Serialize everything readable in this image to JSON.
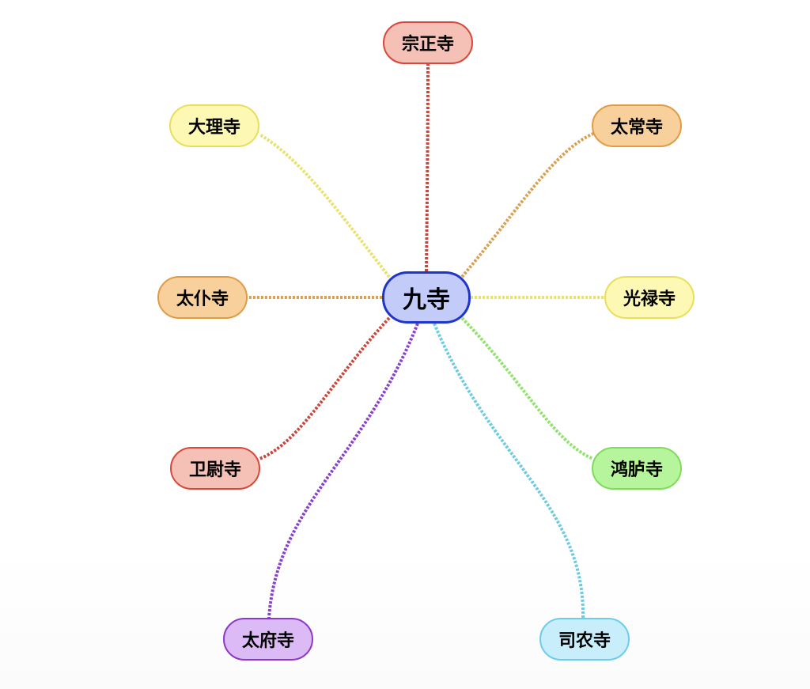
{
  "diagram": {
    "type": "mind-map",
    "center": {
      "label": "九寺",
      "fill": "#c3cbf9",
      "border": "#1f35cc"
    },
    "branches": [
      {
        "id": "zongzheng",
        "label": "宗正寺",
        "fill": "#f5c0b6",
        "border": "#d9473b",
        "line": "#c9463b"
      },
      {
        "id": "taichang",
        "label": "太常寺",
        "fill": "#f7d09c",
        "border": "#e29b45",
        "line": "#d9a04f"
      },
      {
        "id": "guanglu",
        "label": "光禄寺",
        "fill": "#fdf8b3",
        "border": "#e8df5c",
        "line": "#e8e16b"
      },
      {
        "id": "honglu",
        "label": "鸿胪寺",
        "fill": "#b6f59b",
        "border": "#7fdc5a",
        "line": "#8ee36a"
      },
      {
        "id": "sinong",
        "label": "司农寺",
        "fill": "#c8eefc",
        "border": "#6ccde9",
        "line": "#6ccbe2"
      },
      {
        "id": "taifu",
        "label": "太府寺",
        "fill": "#dcbaf6",
        "border": "#8c37c8",
        "line": "#8a3fcc"
      },
      {
        "id": "weiwei",
        "label": "卫尉寺",
        "fill": "#f5c0b6",
        "border": "#d9473b",
        "line": "#c9463b"
      },
      {
        "id": "taipu",
        "label": "太仆寺",
        "fill": "#f7d09c",
        "border": "#e29b45",
        "line": "#d9a04f"
      },
      {
        "id": "dali",
        "label": "大理寺",
        "fill": "#fdf8b3",
        "border": "#e8df5c",
        "line": "#e8e16b"
      }
    ]
  }
}
